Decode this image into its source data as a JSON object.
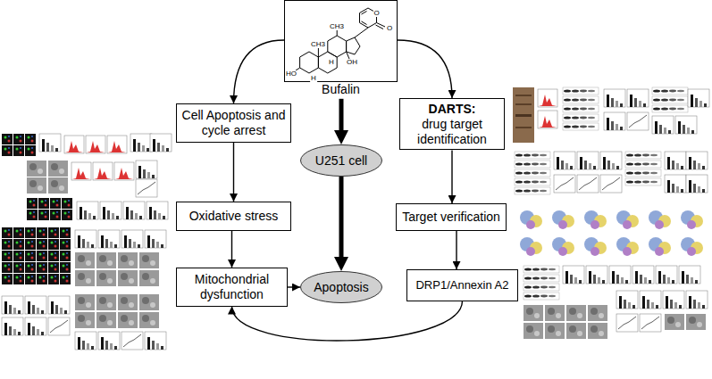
{
  "diagram": {
    "nodes": [
      {
        "text": [
          "Bufalin"
        ]
      },
      {
        "text": [
          "Cell Apoptosis and cycle arrest"
        ]
      },
      {
        "text": [
          "DARTS:",
          "drug target identification"
        ]
      },
      {
        "text": [
          "U251 cell"
        ]
      },
      {
        "text": [
          "Oxidative stress"
        ]
      },
      {
        "text": [
          "Target verification"
        ]
      },
      {
        "text": [
          "Mitochondrial dysfunction"
        ]
      },
      {
        "text": [
          "Apoptosis"
        ]
      },
      {
        "text": [
          "DRP1/Annexin A2"
        ]
      }
    ],
    "edges": [
      {
        "from": 0,
        "to": 1,
        "arrow": "to"
      },
      {
        "from": 0,
        "to": 2,
        "arrow": "to"
      },
      {
        "from": 0,
        "to": 3,
        "arrow": "to"
      },
      {
        "from": 1,
        "to": 4,
        "arrow": "to"
      },
      {
        "from": 4,
        "to": 6,
        "arrow": "to"
      },
      {
        "from": 3,
        "to": 7,
        "arrow": "to"
      },
      {
        "from": 6,
        "to": 7,
        "arrow": "to"
      },
      {
        "from": 2,
        "to": 5,
        "arrow": "to"
      },
      {
        "from": 5,
        "to": 8,
        "arrow": "to"
      },
      {
        "from": 8,
        "to": 6,
        "arrow": "to"
      }
    ],
    "labels": [
      "O",
      "O",
      "CH3",
      "CH3",
      "OH",
      "H",
      "H",
      "HO"
    ]
  }
}
